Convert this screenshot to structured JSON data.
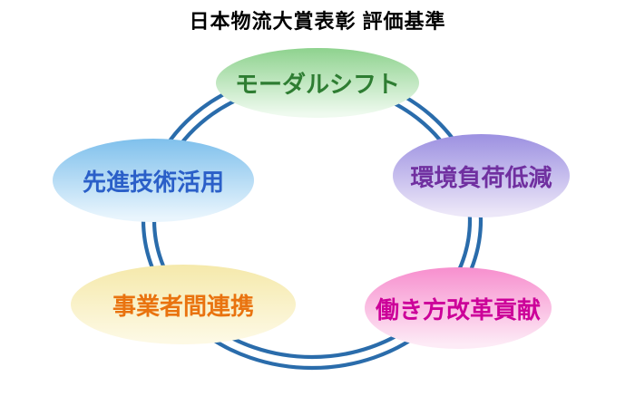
{
  "title": "日本物流大賞表彰 評価基準",
  "diagram": {
    "ring": {
      "style": "double-line-oval",
      "color": "#2a6cab"
    },
    "nodes": [
      {
        "label": "モーダルシフト",
        "position": "top",
        "fill_top": "#8ed28e",
        "fill_bottom": "#effaef",
        "text_color": "#2e7d32"
      },
      {
        "label": "環境負荷低減",
        "position": "upper-right",
        "fill_top": "#9c90e1",
        "fill_bottom": "#ece7f8",
        "text_color": "#7030a0"
      },
      {
        "label": "働き方改革貢献",
        "position": "lower-right",
        "fill_top": "#f78fce",
        "fill_bottom": "#fdebf6",
        "text_color": "#cc0099"
      },
      {
        "label": "事業者間連携",
        "position": "lower-left",
        "fill_top": "#f5e9ab",
        "fill_bottom": "#fdf9e4",
        "text_color": "#e9730f"
      },
      {
        "label": "先進技術活用",
        "position": "upper-left",
        "fill_top": "#7fc0ec",
        "fill_bottom": "#e9f5fd",
        "text_color": "#2a5fc8"
      }
    ]
  }
}
